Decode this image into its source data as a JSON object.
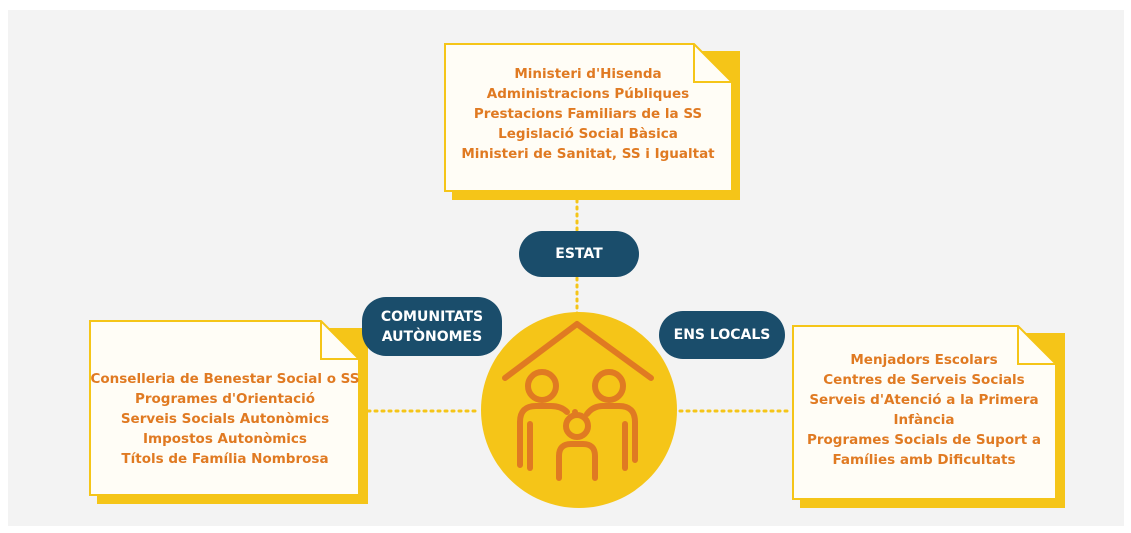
{
  "colors": {
    "background": "#f3f3f3",
    "note_fill": "#fffdf6",
    "note_border": "#f5c518",
    "note_shadow": "#f5c518",
    "text": "#e07a22",
    "pill": "#1a4d6b",
    "circle": "#f5c518",
    "icon": "#e07a22",
    "connector": "#f5c518"
  },
  "pills": {
    "estat": "ESTAT",
    "comunitats_line1": "COMUNITATS",
    "comunitats_line2": "AUTÒNOMES",
    "ens_locals": "ENS LOCALS"
  },
  "notes": {
    "estat": [
      "Ministeri d'Hisenda",
      "Administracions Públiques",
      "Prestacions Familiars de la SS",
      "Legislació Social Bàsica",
      "Ministeri de Sanitat, SS i Igualtat"
    ],
    "comunitats": [
      "Conselleria de Benestar Social o SS",
      "Programes d'Orientació",
      "Serveis Socials Autonòmics",
      "Impostos Autonòmics",
      "Títols de Família Nombrosa"
    ],
    "ens_locals": [
      "Menjadors Escolars",
      "Centres de Serveis Socials",
      "Serveis d'Atenció a la Primera",
      "Infància",
      "Programes Socials de Suport a",
      "Famílies amb Dificultats"
    ]
  },
  "emblem": {
    "icon": "family-house-icon"
  }
}
